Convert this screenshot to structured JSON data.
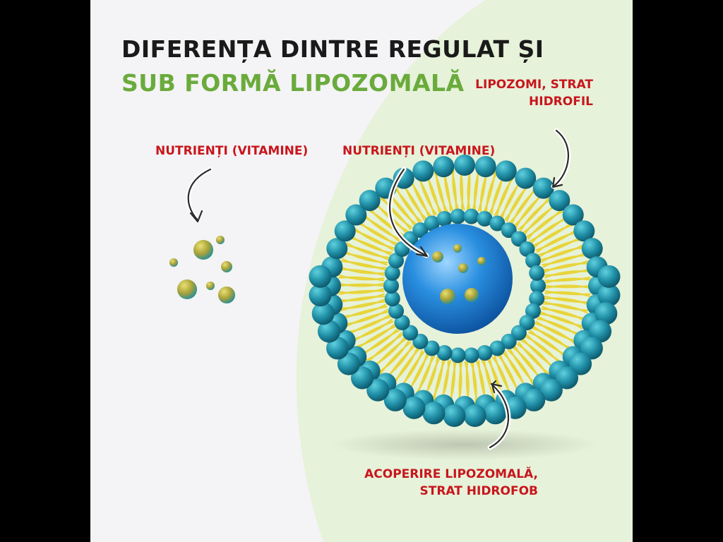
{
  "title": {
    "line1": "DIFERENȚA DINTRE REGULAT ȘI",
    "line2": "SUB FORMĂ LIPOZOMALĂ"
  },
  "labels": {
    "nutrients_left": "NUTRIENȚI (VITAMINE)",
    "nutrients_center": "NUTRIENȚI (VITAMINE)",
    "liposomes_line1": "LIPOZOMI, STRAT",
    "liposomes_line2": "HIDROFIL",
    "coating_line1": "ACOPERIRE LIPOZOMALĂ,",
    "coating_line2": "STRAT HIDROFOB"
  },
  "colors": {
    "panel_bg": "#f4f3f5",
    "green_area": "#e6f2d9",
    "title_dark": "#1a1a1a",
    "title_green": "#6aab3c",
    "label_red": "#c8161d",
    "head_teal": "#1f8ea6",
    "tail_yellow": "#e8d43a",
    "core_blue": "#2a8fe0",
    "nutrient_olive": "#a9a23a"
  }
}
